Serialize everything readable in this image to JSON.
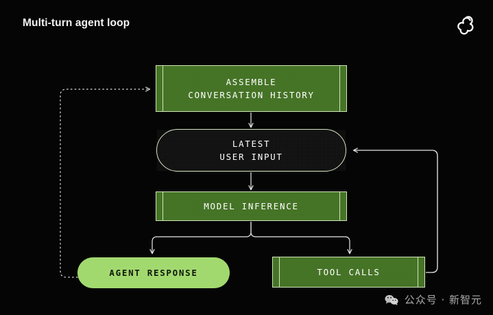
{
  "slide": {
    "title": "Multi-turn agent loop",
    "background_color": "#050505"
  },
  "brand": {
    "logo_icon": "openai-logo-icon"
  },
  "colors": {
    "green_fill": "#3f6f1f",
    "green_border": "#cfe3b6",
    "light_green_fill": "#a2d96f",
    "dark_fill": "#0b0b0b",
    "text_light": "#ffffff",
    "text_dark": "#10180a",
    "wire": "#e8e8e8"
  },
  "diagram": {
    "type": "flowchart",
    "nodes": [
      {
        "id": "assemble",
        "label": "ASSEMBLE\nCONVERSATION HISTORY",
        "shape": "subroutine",
        "style": "green"
      },
      {
        "id": "latest_user_input",
        "label": "LATEST\nUSER INPUT",
        "shape": "stadium",
        "style": "dark"
      },
      {
        "id": "model_inference",
        "label": "MODEL INFERENCE",
        "shape": "subroutine",
        "style": "green"
      },
      {
        "id": "agent_response",
        "label": "AGENT RESPONSE",
        "shape": "stadium",
        "style": "light-green"
      },
      {
        "id": "tool_calls",
        "label": "TOOL CALLS",
        "shape": "subroutine",
        "style": "green"
      }
    ],
    "edges": [
      {
        "from": "assemble",
        "to": "latest_user_input",
        "line": "solid",
        "arrow": true
      },
      {
        "from": "latest_user_input",
        "to": "model_inference",
        "line": "solid",
        "arrow": true
      },
      {
        "from": "model_inference",
        "to": "agent_response",
        "line": "solid",
        "arrow": true
      },
      {
        "from": "model_inference",
        "to": "tool_calls",
        "line": "solid",
        "arrow": true
      },
      {
        "from": "tool_calls",
        "to": "latest_user_input",
        "line": "solid",
        "arrow": true
      },
      {
        "from": "agent_response",
        "to": "assemble",
        "line": "dotted",
        "arrow": true
      }
    ]
  },
  "watermark": {
    "icon": "wechat-icon",
    "text": "公众号 · 新智元"
  }
}
